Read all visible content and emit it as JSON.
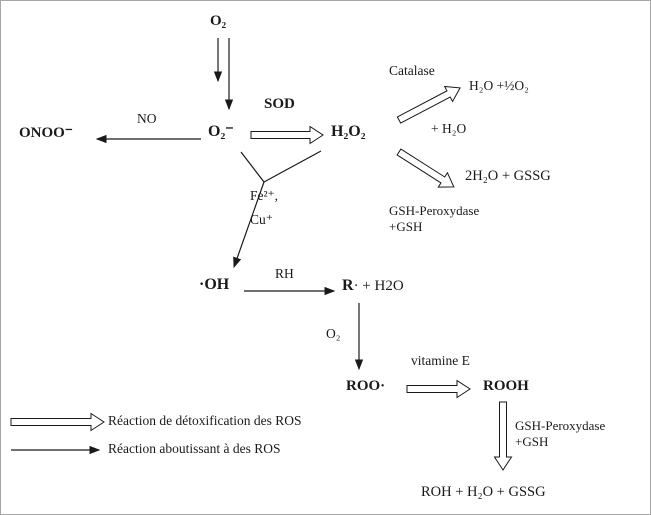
{
  "diagram": {
    "species": {
      "o2_top": "O₂",
      "onoo": "ONOO⁻",
      "superoxide": "O₂⁻",
      "h2o2": "H₂O₂",
      "h2o_half_o2": "H₂O +½O₂",
      "plus_h2o": "+ H₂O",
      "two_h2o_gssg": "2H₂O + GSSG",
      "hydroxyl": "·OH",
      "r_bold": "R",
      "r_rest": "· + H2O",
      "o2_mid": "O₂",
      "roo": "ROO·",
      "rooh": "ROOH",
      "roh_products": "ROH + H₂O + GSSG"
    },
    "labels": {
      "sod": "SOD",
      "no": "NO",
      "catalase": "Catalase",
      "gsh_peroxydase_1": "GSH-Peroxydase",
      "gsh_1": "+GSH",
      "fe": "Fe²⁺,",
      "cu": "Cu⁺",
      "rh": "RH",
      "vitamine_e": "vitamine E",
      "gsh_peroxydase_2": "GSH-Peroxydase",
      "gsh_2": "+GSH"
    },
    "legend": [
      {
        "label": "Réaction de détoxification des ROS",
        "arrow": "hollow"
      },
      {
        "label": "Réaction aboutissant à des ROS",
        "arrow": "solid"
      }
    ],
    "colors": {
      "line": "#1a1a1a",
      "background": "#ffffff",
      "border": "#a6a6a6"
    }
  }
}
